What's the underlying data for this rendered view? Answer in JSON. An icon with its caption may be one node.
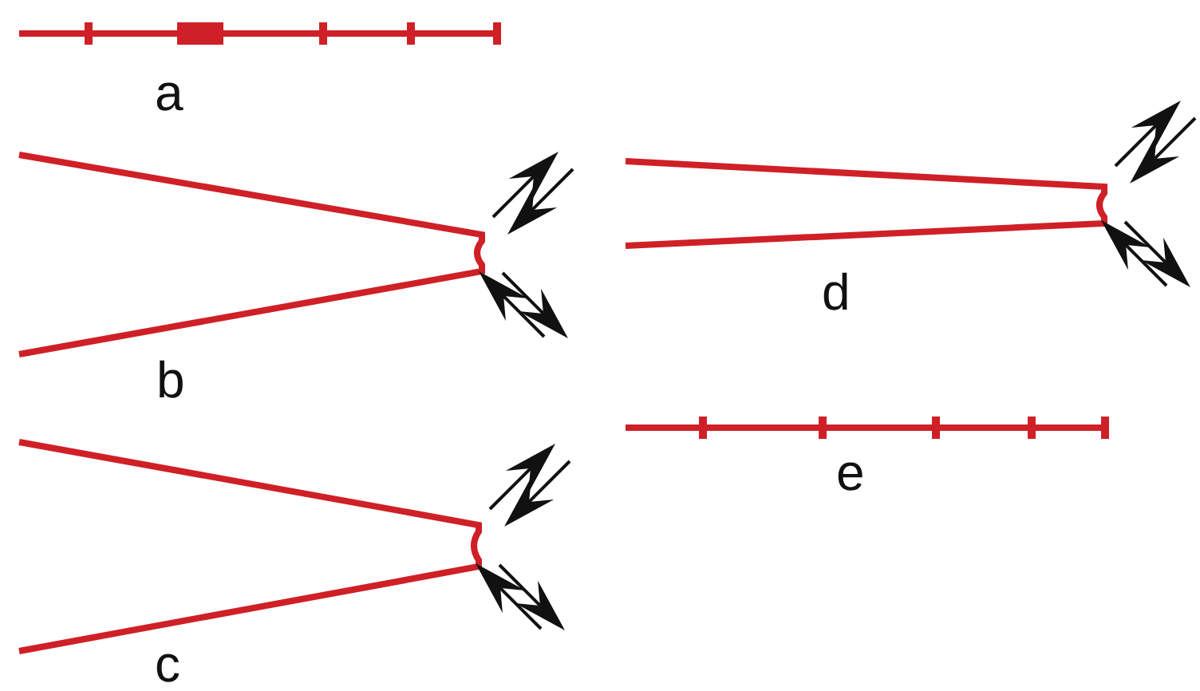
{
  "diagram": {
    "labels": [
      "a",
      "d",
      "b",
      "e",
      "c"
    ]
  }
}
